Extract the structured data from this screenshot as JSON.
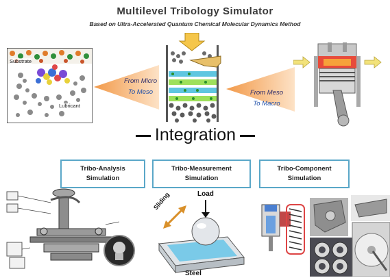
{
  "header": {
    "title": "Multilevel Tribology Simulator",
    "subtitle": "Based on Ultra-Accelerated Quantum Chemical Molecular Dynamics Method"
  },
  "panels": {
    "micro_labels": {
      "substrate": "Substrate",
      "lubricant": "Lubricant"
    }
  },
  "arrows": {
    "micro_meso": {
      "line1": "From Micro",
      "line2": "To Meso"
    },
    "meso_macro": {
      "line1": "From Meso",
      "line2": "To Macro"
    }
  },
  "integration_label": "Integration",
  "boxes": [
    {
      "line1": "Tribo-Analysis",
      "line2": "Simulation"
    },
    {
      "line1": "Tribo-Measurement",
      "line2": "Simulation"
    },
    {
      "line1": "Tribo-Component",
      "line2": "Simulation"
    }
  ],
  "measurement_labels": {
    "load": "Load",
    "sliding": "Sliding",
    "steel": "Steel"
  },
  "colors": {
    "accent_box": "#5aa7c8",
    "arrow_orange": "#f6b67a"
  }
}
